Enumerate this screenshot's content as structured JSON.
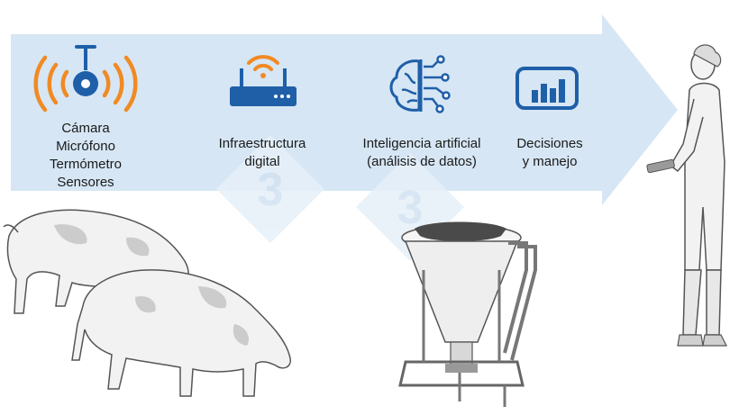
{
  "colors": {
    "arrow": "#d6e6f4",
    "sensor_waves": "#f08a24",
    "icon_blue": "#1f5fa8",
    "wifi_orange": "#f08a24",
    "animal_fill": "#f2f2f2",
    "animal_patch": "#c9c9c9",
    "outline": "#555555",
    "watermark": "#e3eef8"
  },
  "steps": [
    {
      "icon": "sensor-icon",
      "lines": [
        "Cámara",
        "Micrófono",
        "Termómetro",
        "Sensores"
      ]
    },
    {
      "icon": "router-wifi-icon",
      "lines": [
        "Infraestructura",
        "digital"
      ]
    },
    {
      "icon": "ai-brain-icon",
      "lines": [
        "Inteligencia artificial",
        "(análisis de datos)"
      ]
    },
    {
      "icon": "dashboard-chart-icon",
      "lines": [
        "Decisiones",
        "y manejo"
      ]
    }
  ],
  "illustrations": [
    "pig-illustration",
    "pig-illustration",
    "feeder-illustration",
    "farmer-with-tablet-illustration",
    "watermark-logo"
  ]
}
